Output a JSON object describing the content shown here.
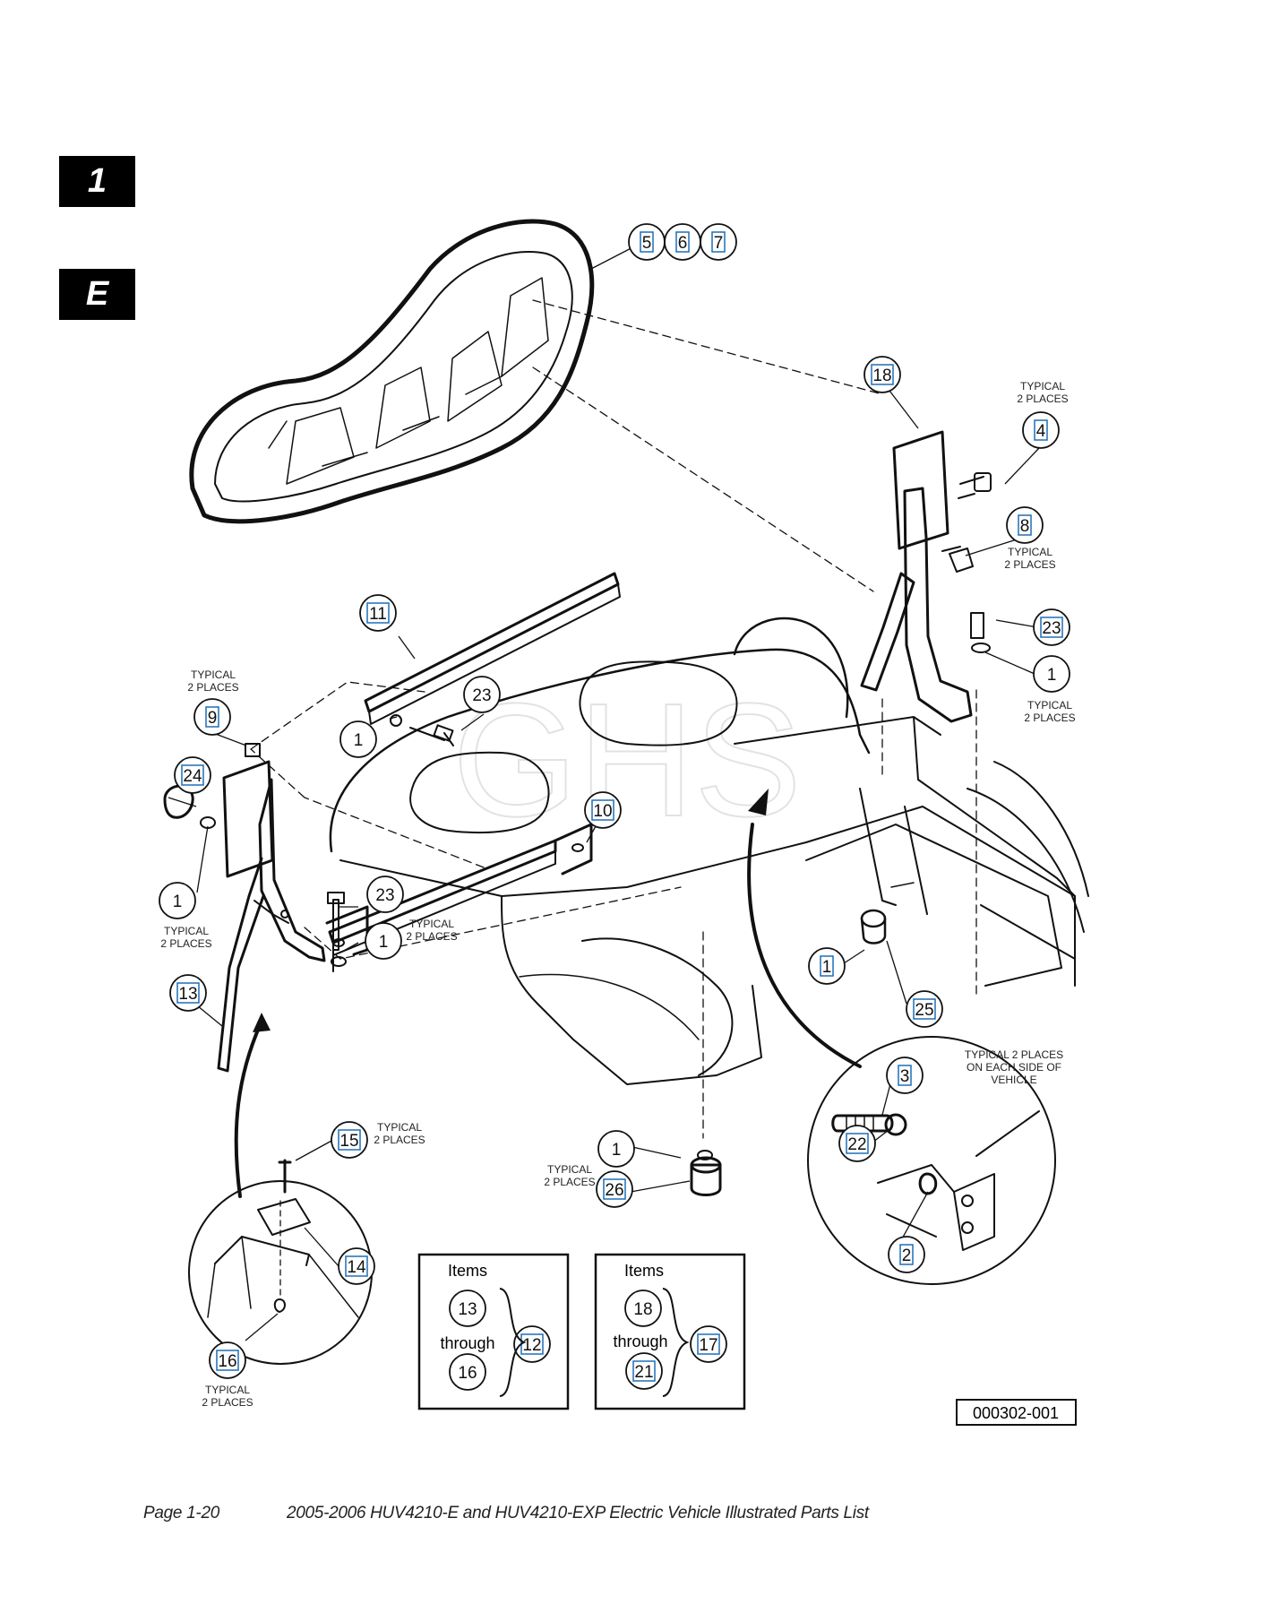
{
  "tabs": {
    "section": "1",
    "subsection": "E"
  },
  "callouts": [
    {
      "id": "c5",
      "label": "5",
      "linked": true
    },
    {
      "id": "c6",
      "label": "6",
      "linked": true
    },
    {
      "id": "c7",
      "label": "7",
      "linked": true
    },
    {
      "id": "c18",
      "label": "18",
      "linked": true
    },
    {
      "id": "c4",
      "label": "4",
      "linked": true
    },
    {
      "id": "c8",
      "label": "8",
      "linked": true
    },
    {
      "id": "c23a",
      "label": "23",
      "linked": true
    },
    {
      "id": "c1a",
      "label": "1",
      "linked": false
    },
    {
      "id": "c11",
      "label": "11",
      "linked": true
    },
    {
      "id": "c23b",
      "label": "23",
      "linked": false
    },
    {
      "id": "c1b",
      "label": "1",
      "linked": false
    },
    {
      "id": "c9",
      "label": "9",
      "linked": true
    },
    {
      "id": "c24",
      "label": "24",
      "linked": true
    },
    {
      "id": "c1c",
      "label": "1",
      "linked": false
    },
    {
      "id": "c10",
      "label": "10",
      "linked": true
    },
    {
      "id": "c23c",
      "label": "23",
      "linked": false
    },
    {
      "id": "c1d",
      "label": "1",
      "linked": false
    },
    {
      "id": "c1e",
      "label": "1",
      "linked": true
    },
    {
      "id": "c25",
      "label": "25",
      "linked": true
    },
    {
      "id": "c13",
      "label": "13",
      "linked": true
    },
    {
      "id": "c3",
      "label": "3",
      "linked": true
    },
    {
      "id": "c22",
      "label": "22",
      "linked": true
    },
    {
      "id": "c2",
      "label": "2",
      "linked": true
    },
    {
      "id": "c15",
      "label": "15",
      "linked": true
    },
    {
      "id": "c1f",
      "label": "1",
      "linked": false
    },
    {
      "id": "c26",
      "label": "26",
      "linked": true
    },
    {
      "id": "c14",
      "label": "14",
      "linked": true
    },
    {
      "id": "c16",
      "label": "16",
      "linked": true
    },
    {
      "id": "k13",
      "label": "13",
      "linked": false
    },
    {
      "id": "k16",
      "label": "16",
      "linked": false
    },
    {
      "id": "k12",
      "label": "12",
      "linked": true
    },
    {
      "id": "k18",
      "label": "18",
      "linked": false
    },
    {
      "id": "k21",
      "label": "21",
      "linked": true
    },
    {
      "id": "k17",
      "label": "17",
      "linked": true
    }
  ],
  "notes": {
    "typical_2_places": [
      "TYPICAL",
      "2 PLACES"
    ],
    "typical_each_side": [
      "TYPICAL 2 PLACES",
      "ON EACH SIDE OF",
      "VEHICLE"
    ]
  },
  "kits": [
    {
      "title": "Items",
      "from": "13",
      "word": "through",
      "to": "16",
      "kit": "12"
    },
    {
      "title": "Items",
      "from": "18",
      "word": "through",
      "to": "21",
      "kit": "17"
    }
  ],
  "figure_number": "000302-001",
  "watermark": "GHS",
  "footer": {
    "page": "Page 1-20",
    "title": "2005-2006 HUV4210-E and HUV4210-EXP Electric Vehicle Illustrated Parts List"
  },
  "colors": {
    "link": "#1d6fb8",
    "ink": "#111111"
  }
}
